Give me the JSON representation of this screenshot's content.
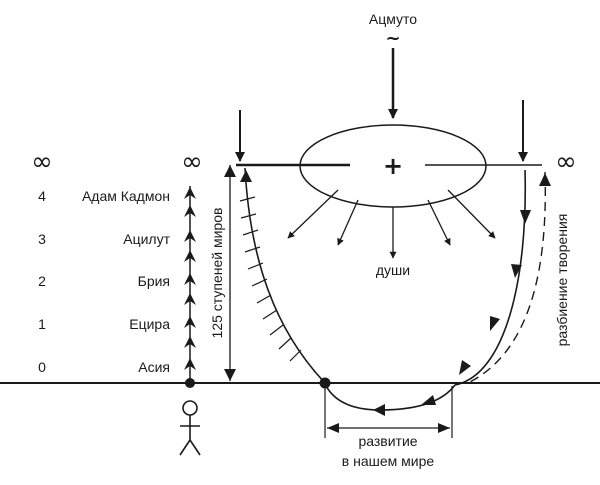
{
  "top": {
    "source_label": "Ацмуто",
    "tilde": "~"
  },
  "center_mark": "+",
  "infinity": "∞",
  "souls_label": "души",
  "steps_label": "125 ступеней миров",
  "breaking_label": "разбиение творения",
  "development": {
    "line1": "развитие",
    "line2": "в нашем мире"
  },
  "levels": [
    {
      "num": "4",
      "name": "Адам Кадмон"
    },
    {
      "num": "3",
      "name": "Ацилут"
    },
    {
      "num": "2",
      "name": "Брия"
    },
    {
      "num": "1",
      "name": "Ецира"
    },
    {
      "num": "0",
      "name": "Асия"
    }
  ],
  "colors": {
    "ink": "#1a1a1a",
    "background": "#ffffff"
  }
}
